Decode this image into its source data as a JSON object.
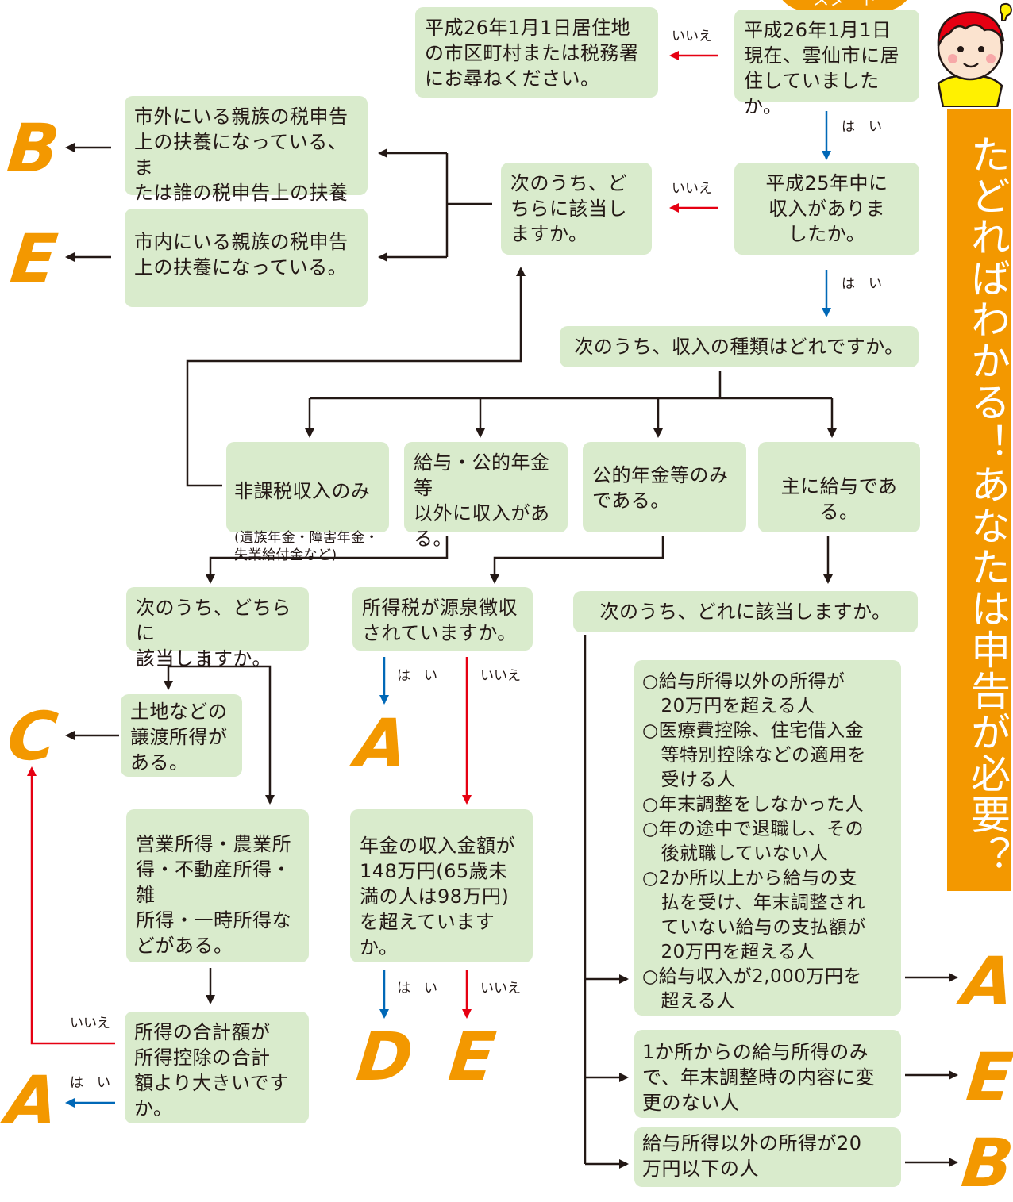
{
  "start_label": "スタート",
  "banner": "たどればわかる！あなたは申告が必要？",
  "labels": {
    "yes": "は　い",
    "no": "いいえ"
  },
  "results": {
    "A": "A",
    "B": "B",
    "C": "C",
    "D": "D",
    "E": "E"
  },
  "boxes": {
    "q_residence": "平成26年1月1日\n現在、雲仙市に居\n住していましたか。",
    "ask_other": "平成26年1月1日居住地\nの市区町村または税務署\nにお尋ねください。",
    "q_income": "平成25年中に\n収入がありま\nしたか。",
    "q_dependent": "次のうち、ど\nちらに該当し\nますか。",
    "dep_outside": "市外にいる親族の税申告\n上の扶養になっている、ま\nたは誰の税申告上の扶養\nにもなっていない。",
    "dep_inside": "市内にいる親族の税申告\n上の扶養になっている。",
    "q_income_type": "次のうち、収入の種類はどれですか。",
    "nontax_main": "非課税収入のみ",
    "nontax_sub": "(遺族年金・障害年金・\n失業給付金など)",
    "other_income": "給与・公的年金等\n以外に収入があ\nる。",
    "pension_only": "公的年金等のみ\nである。",
    "mainly_salary": "主に給与である。",
    "q_which_two": "次のうち、どちらに\n該当しますか。",
    "q_withholding": "所得税が源泉徴収\nされていますか。",
    "q_which_apply": "次のうち、どれに該当しますか。",
    "land_transfer": "土地などの\n譲渡所得が\nある。",
    "business_income": "営業所得・農業所\n得・不動産所得・雑\n所得・一時所得な\nどがある。",
    "pension_amount": "年金の収入金額が\n148万円(65歳未\n満の人は98万円)\nを超えていますか。",
    "compare_deduction": "所得の合計額が\n所得控除の合計\n額より大きいです\nか。",
    "salary_conditions": "○給与所得以外の所得が\n　20万円を超える人\n○医療費控除、住宅借入金\n　等特別控除などの適用を\n　受ける人\n○年末調整をしなかった人\n○年の途中で退職し、その\n　後就職していない人\n○2か所以上から給与の支\n　払を受け、年末調整され\n　ていない給与の支払額が\n　20万円を超える人\n○給与収入が2,000万円を\n　超える人",
    "single_salary": "1か所からの給与所得のみ\nで、年末調整時の内容に変\n更のない人",
    "other_under20": "給与所得以外の所得が20\n万円以下の人"
  }
}
